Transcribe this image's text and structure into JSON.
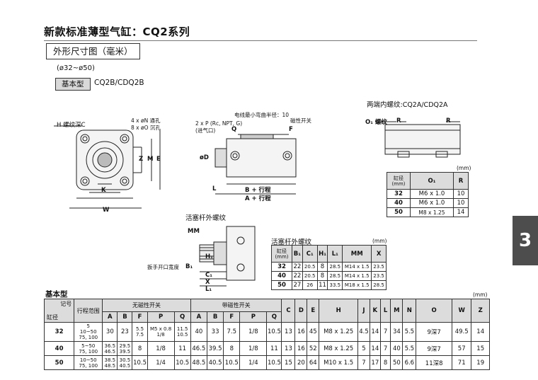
{
  "page": {
    "title": "新款标准薄型气缸：CQ2系列",
    "section_label": "外形尺寸图（毫米）",
    "bore_range": "(ø32~ø50)",
    "basic_type_tag": "基本型",
    "basic_type_models": "CQ2B/CDQ2B",
    "section_number": "3"
  },
  "drawing_labels": {
    "front": {
      "h_thread": "H 螺纹深C",
      "holes_through": "4 x øN 通孔",
      "holes_counterbore": "8 x øO 沉孔",
      "z": "Z",
      "m": "M",
      "e": "E",
      "k": "K",
      "w": "W"
    },
    "side": {
      "port": "2 x P (Rc, NPT, G)",
      "port_note": "(进气口)",
      "wire_radius": "电线最小弯曲半径：10",
      "switch": "磁性开关",
      "q": "Q",
      "f": "F",
      "od": "øD",
      "l": "L",
      "b_stroke": "B + 行程",
      "a_stroke": "A + 行程"
    },
    "both_ends": {
      "title": "两端内螺纹:CQ2A/CDQ2A",
      "o1_thread": "O₁ 螺纹",
      "r": "R"
    },
    "rod_end": {
      "title": "活塞杆外螺纹",
      "mm": "MM",
      "h1": "H₁",
      "wrench": "扳手开口宽度",
      "b1": "B₁",
      "c1": "C₁",
      "x": "X",
      "l1": "L₁"
    }
  },
  "tables": {
    "o1_table": {
      "unit": "(mm)",
      "header_bore": "缸径",
      "header_mm": "(mm)",
      "cols": [
        "O₁",
        "R"
      ],
      "rows": [
        {
          "bore": "32",
          "o1": "M6 x 1.0",
          "r": "10"
        },
        {
          "bore": "40",
          "o1": "M6 x 1.0",
          "r": "10"
        },
        {
          "bore": "50",
          "o1": "M8 x 1.25",
          "r": "14"
        }
      ]
    },
    "rod_table": {
      "title": "活塞杆外螺纹",
      "unit": "(mm)",
      "header_bore": "缸径",
      "header_mm": "(mm)",
      "cols": [
        "B₁",
        "C₁",
        "H₁",
        "L₁",
        "MM",
        "X"
      ],
      "rows": [
        {
          "bore": "32",
          "v": [
            "22",
            "20.5",
            "8",
            "28.5",
            "M14 x 1.5",
            "23.5"
          ]
        },
        {
          "bore": "40",
          "v": [
            "22",
            "20.5",
            "8",
            "28.5",
            "M14 x 1.5",
            "23.5"
          ]
        },
        {
          "bore": "50",
          "v": [
            "27",
            "26",
            "11",
            "33.5",
            "M18 x 1.5",
            "28.5"
          ]
        }
      ]
    },
    "main_table": {
      "title": "基本型",
      "unit": "(mm)",
      "corner_top": "记号",
      "corner_bottom": "缸径",
      "stroke_range": "行程范围",
      "no_switch": "无磁性开关",
      "with_switch": "带磁性开关",
      "group_cols": [
        "A",
        "B",
        "F",
        "P",
        "Q"
      ],
      "common_cols": [
        "C",
        "D",
        "E",
        "H",
        "J",
        "K",
        "L",
        "M",
        "N",
        "O",
        "W",
        "Z"
      ],
      "rows": [
        {
          "bore": "32",
          "strokes": [
            "5",
            "10~50",
            "75, 100"
          ],
          "ns_a": "30",
          "ns_b": "23",
          "ns_f": [
            "5.5",
            "7.5"
          ],
          "ns_p": [
            "M5 x 0.8",
            "1/8"
          ],
          "ns_q": [
            "11.5",
            "10.5"
          ],
          "ws_a": "40",
          "ws_b": "33",
          "ws_f": "7.5",
          "ws_p": "1/8",
          "ws_q": "10.5",
          "common": [
            "13",
            "16",
            "45",
            "M8 x 1.25",
            "4.5",
            "14",
            "7",
            "34",
            "5.5",
            "9深7",
            "49.5",
            "14"
          ]
        },
        {
          "bore": "40",
          "strokes": [
            "5~50",
            "75, 100"
          ],
          "ns_a": [
            "36.5",
            "46.5"
          ],
          "ns_b": [
            "29.5",
            "39.5"
          ],
          "ns_f": "8",
          "ns_p": "1/8",
          "ns_q": "11",
          "ws_a": "46.5",
          "ws_b": "39.5",
          "ws_f": "8",
          "ws_p": "1/8",
          "ws_q": "11",
          "common": [
            "13",
            "16",
            "52",
            "M8 x 1.25",
            "5",
            "14",
            "7",
            "40",
            "5.5",
            "9深7",
            "57",
            "15"
          ]
        },
        {
          "bore": "50",
          "strokes": [
            "10~50",
            "75, 100"
          ],
          "ns_a": [
            "38.5",
            "48.5"
          ],
          "ns_b": [
            "30.5",
            "40.5"
          ],
          "ns_f": "10.5",
          "ns_p": "1/4",
          "ns_q": "10.5",
          "ws_a": "48.5",
          "ws_b": "40.5",
          "ws_f": "10.5",
          "ws_p": "1/4",
          "ws_q": "10.5",
          "common": [
            "15",
            "20",
            "64",
            "M10 x 1.5",
            "7",
            "17",
            "8",
            "50",
            "6.6",
            "11深8",
            "71",
            "19"
          ]
        }
      ]
    }
  }
}
